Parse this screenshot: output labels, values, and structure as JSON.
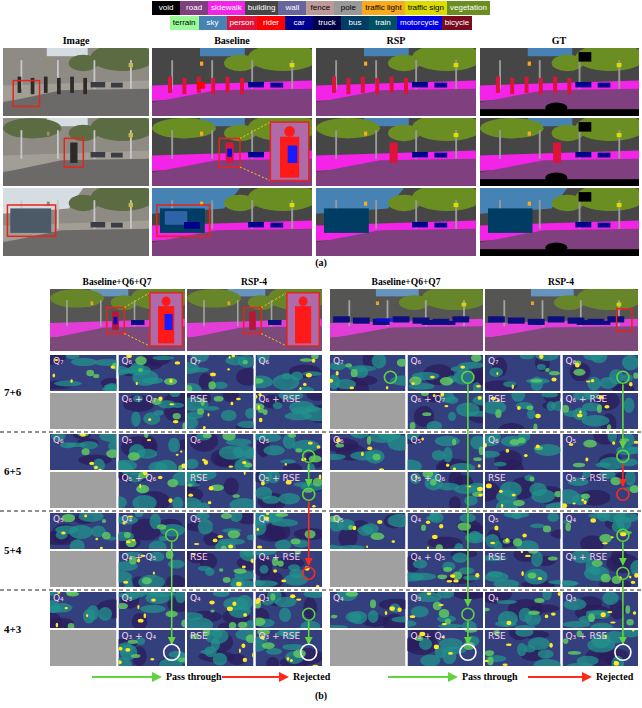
{
  "diagram": {
    "labels": [
      "Image",
      "Baseline",
      "RSP",
      "GT",
      "(a)",
      "Baseline+Q6+Q7",
      "RSP-4",
      "Baseline+Q6+Q7",
      "RSP-4",
      "7+6",
      "6+5",
      "5+4",
      "4+3",
      "Q₇",
      "Q₆",
      "Q₆ + Q₇",
      "Q₇",
      "Q₆",
      "RSE",
      "Q₆ + RSE",
      "Q₇",
      "Q₆",
      "Q₆ + Q₇",
      "Q₇",
      "Q₆",
      "RSE",
      "Q₆ + RSE",
      "Q₆",
      "Q₅",
      "Q₅ + Q₆",
      "Q₆",
      "Q₅",
      "RSE",
      "Q₅ + RSE",
      "Q₆",
      "Q₅",
      "Q₅ + Q₆",
      "Q₆",
      "Q₅",
      "RSE",
      "Q₅ + RSE",
      "Q₅",
      "Q₄",
      "Q₄ + Q₅",
      "Q₅",
      "Q₄",
      "RSE",
      "Q₄ + RSE",
      "Q₅",
      "Q₄",
      "Q₄ + Q₅",
      "Q₅",
      "Q₄",
      "RSE",
      "Q₄ + RSE",
      "Q₄",
      "Q₃",
      "Q₃ + Q₄",
      "Q₄",
      "Q₃",
      "RSE",
      "Q₃ + RSE",
      "Q₄",
      "Q₃",
      "Q₃ + Q₄",
      "Q₄",
      "Q₃",
      "RSE",
      "Q₃ + RSE",
      "(b)"
    ],
    "legend": [
      {
        "text": "void",
        "color": "#000000"
      },
      {
        "text": "road",
        "color": "#804080"
      },
      {
        "text": "sidewalk",
        "color": "#f423e8"
      },
      {
        "text": "building",
        "color": "#464646"
      },
      {
        "text": "wall",
        "color": "#66669c"
      },
      {
        "text": "fence",
        "color": "#be9999"
      },
      {
        "text": "pole",
        "color": "#999999"
      },
      {
        "text": "traffic light",
        "color": "#faaa1e"
      },
      {
        "text": "traffic sign",
        "color": "#dcdc00"
      },
      {
        "text": "vegetation",
        "color": "#6b8e23"
      },
      {
        "text": "terrain",
        "color": "#98fb98"
      },
      {
        "text": "sky",
        "color": "#4682b4"
      },
      {
        "text": "person",
        "color": "#dc143c"
      },
      {
        "text": "rider",
        "color": "#ff0000"
      },
      {
        "text": "car",
        "color": "#00008e"
      },
      {
        "text": "truck",
        "color": "#000046"
      },
      {
        "text": "bus",
        "color": "#003c64"
      },
      {
        "text": "train",
        "color": "#005064"
      },
      {
        "text": "motorcycle",
        "color": "#0000e6"
      },
      {
        "text": "bicycle",
        "color": "#770b20"
      },
      {
        "text": "Pass through"
      },
      {
        "text": "Rejected"
      },
      {
        "text": "Pass through"
      },
      {
        "text": "Rejected"
      }
    ]
  }
}
